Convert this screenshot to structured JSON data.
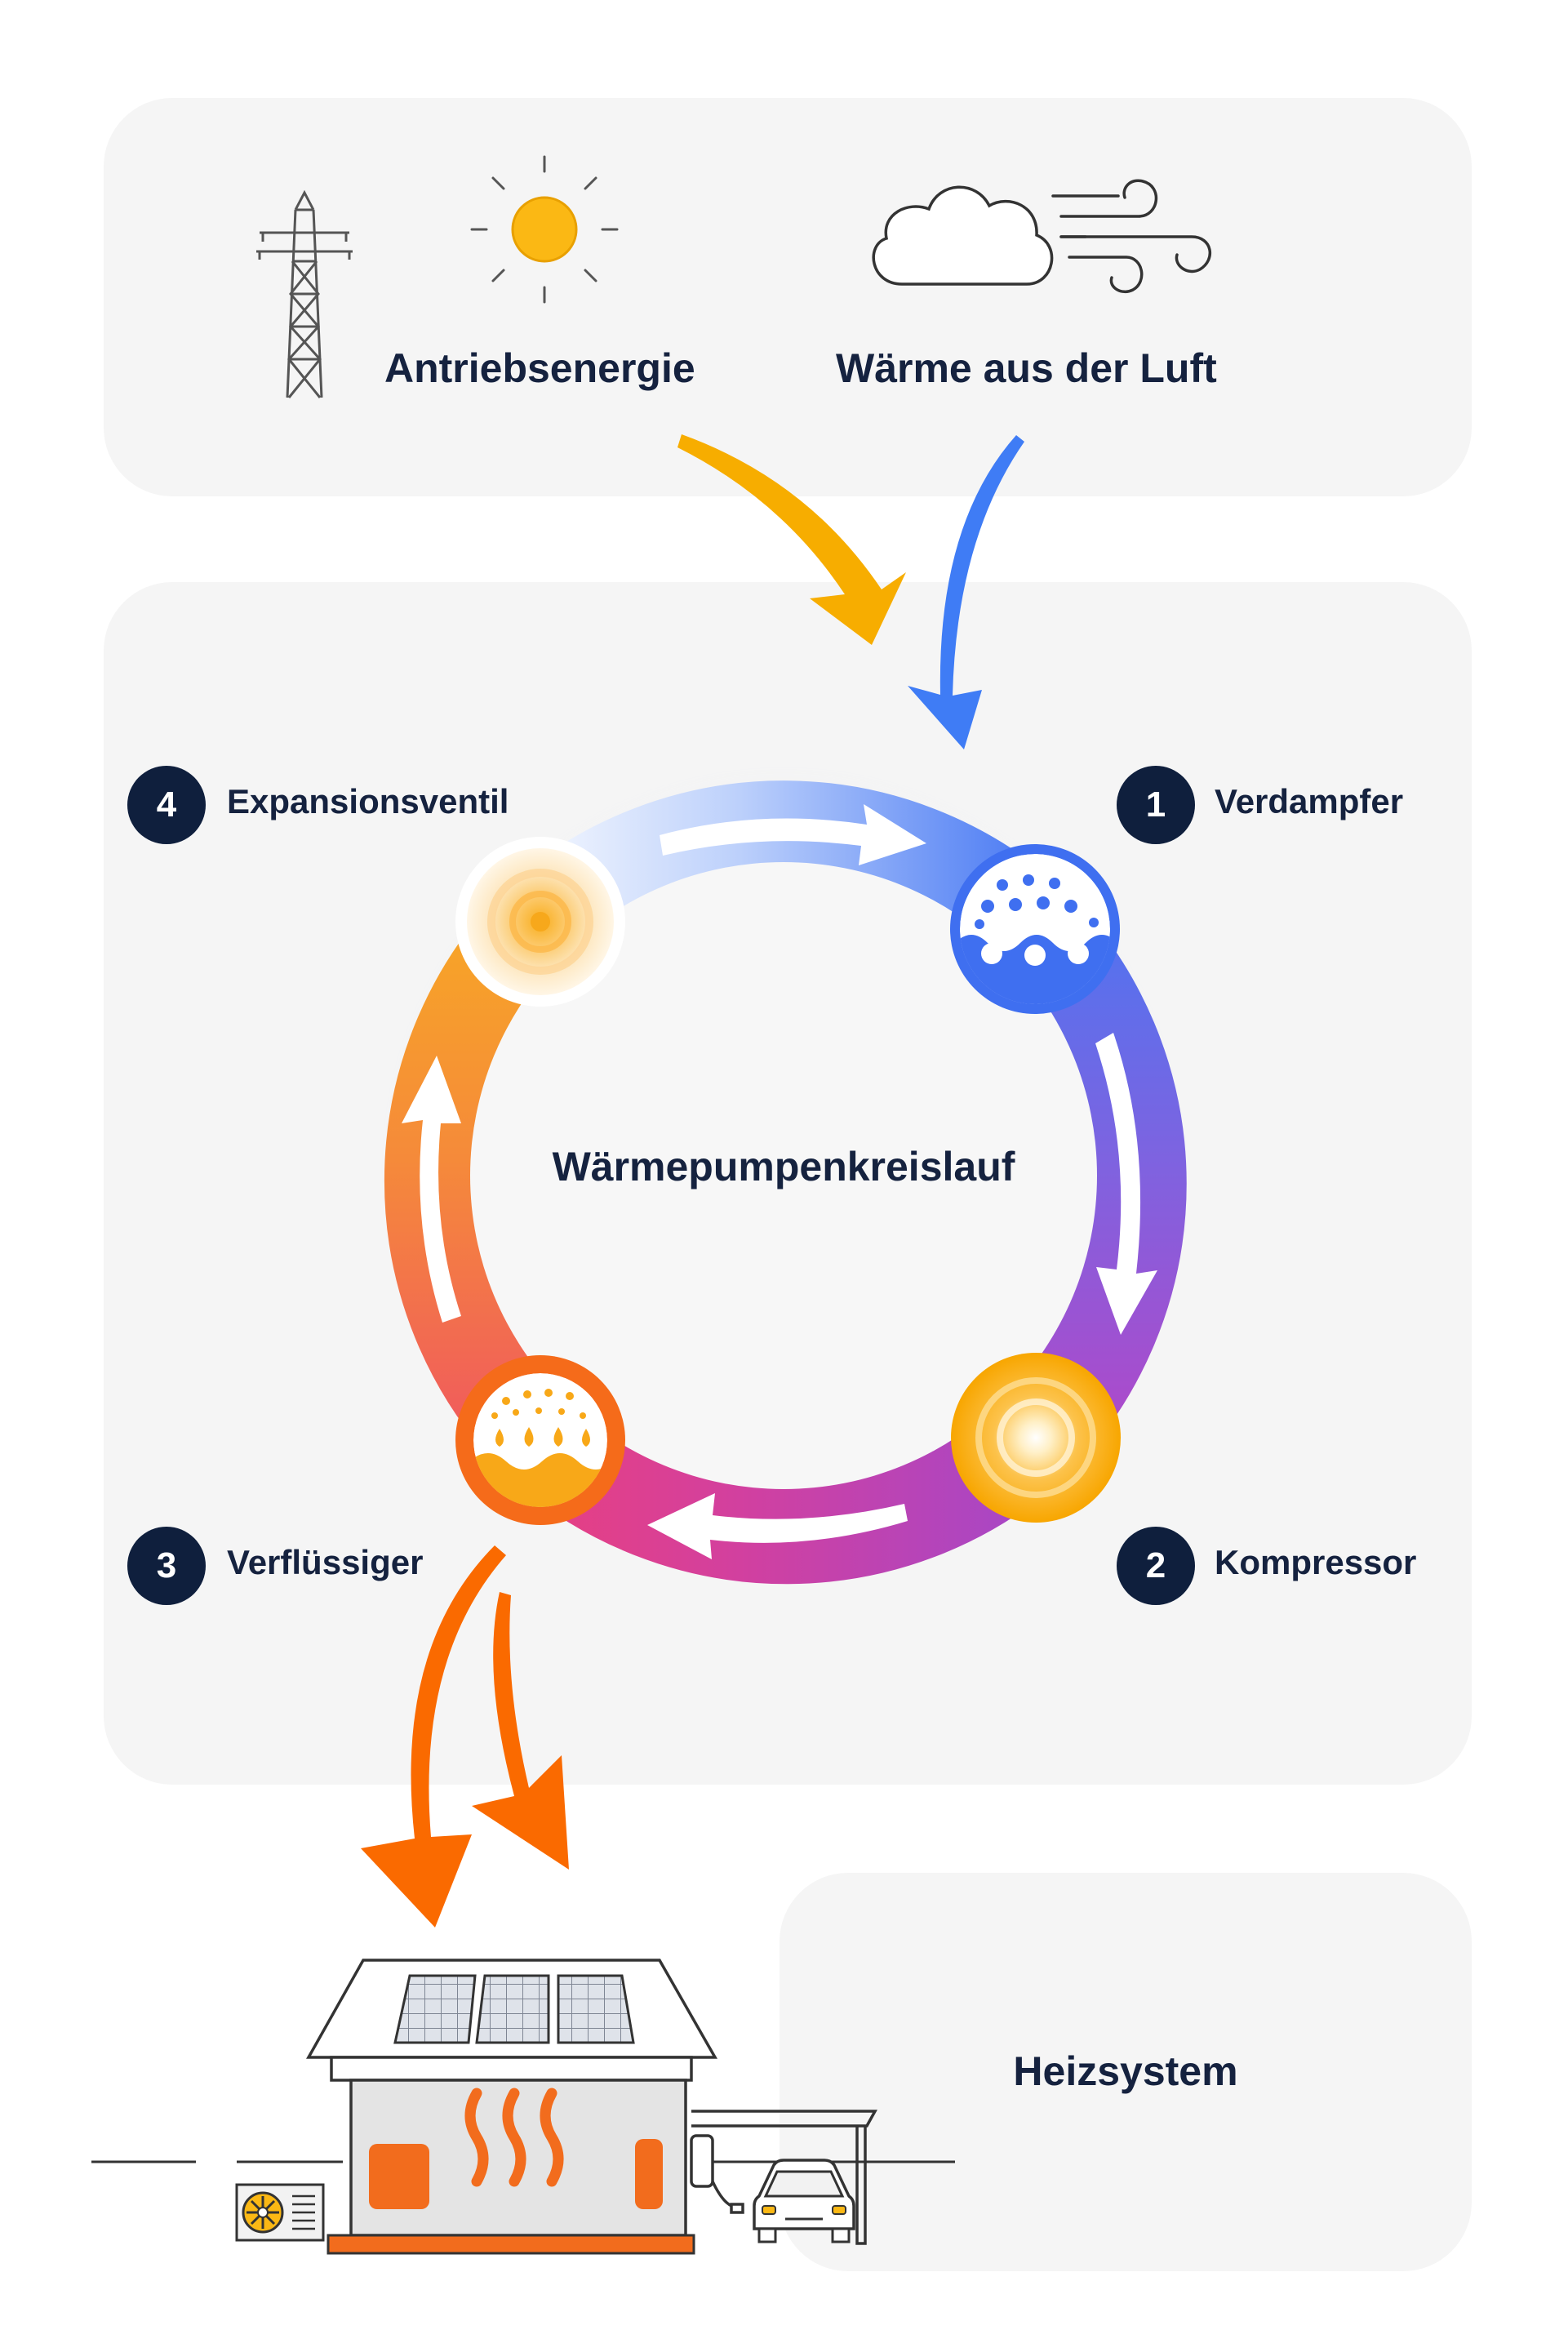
{
  "sources": {
    "drive_energy_label": "Antriebsenergie",
    "air_heat_label": "Wärme aus der Luft",
    "icons": [
      "power-pylon-icon",
      "sun-icon",
      "cloud-icon",
      "wind-icon"
    ]
  },
  "cycle": {
    "title": "Wärmepumpenkreislauf",
    "steps": [
      {
        "number": "1",
        "label": "Verdampfer",
        "icon": "evaporation-bubbles-icon"
      },
      {
        "number": "2",
        "label": "Kompressor",
        "icon": "compressor-glow-icon"
      },
      {
        "number": "3",
        "label": "Verflüssiger",
        "icon": "condenser-drops-icon"
      },
      {
        "number": "4",
        "label": "Expansionsventil",
        "icon": "expansion-glow-icon"
      }
    ]
  },
  "output": {
    "label": "Heizsystem",
    "icons": [
      "house-icon",
      "solar-panel-icon",
      "heat-wave-icon",
      "outdoor-unit-icon",
      "car-icon"
    ]
  },
  "colors": {
    "panel_bg": "#f5f5f5",
    "badge_bg": "#0f1f3d",
    "text": "#15223f",
    "sun_yellow": "#fbb814",
    "energy_arrow": "#f7ad00",
    "air_arrow": "#3f7cf5",
    "heat_arrow": "#fa6a00",
    "ring_blue": "#4677f3",
    "ring_purple": "#a24fcf",
    "ring_magenta": "#e23889",
    "ring_orange": "#f8a823"
  }
}
